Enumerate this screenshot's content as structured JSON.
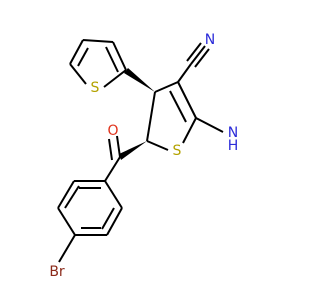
{
  "molecule": {
    "atoms": {
      "nitrile_n": "N",
      "carbonyl_o": "O",
      "thiophene_s": "S",
      "ring_s": "S",
      "amine_h": "H",
      "amine_n": "N",
      "bromine": "Br"
    },
    "colors": {
      "bond": "#000000",
      "nitrogen": "#2b2bd9",
      "oxygen": "#e0321b",
      "sulfur": "#b3a200",
      "bromine": "#8b2a1a"
    }
  }
}
